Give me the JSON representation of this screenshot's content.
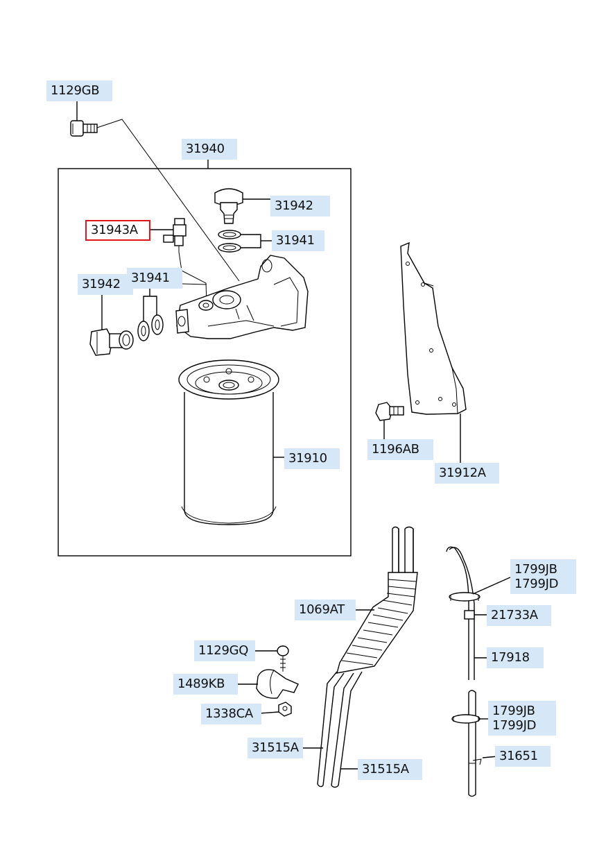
{
  "diagram": {
    "part_labels": {
      "p1129GB": "1129GB",
      "p31940": "31940",
      "p31942_top": "31942",
      "p31943A": "31943A",
      "p31941_right": "31941",
      "p31942_left": "31942",
      "p31941_left": "31941",
      "p31910": "31910",
      "p1196AB": "1196AB",
      "p31912A": "31912A",
      "p1799JB_top": "1799JB",
      "p1799JD_top": "1799JD",
      "p1069AT": "1069AT",
      "p21733A": "21733A",
      "p1129GQ": "1129GQ",
      "p17918": "17918",
      "p1489KB": "1489KB",
      "p1338CA": "1338CA",
      "p1799JB_bottom": "1799JB",
      "p1799JD_bottom": "1799JD",
      "p31515A_left": "31515A",
      "p31651": "31651",
      "p31515A_right": "31515A"
    },
    "colors": {
      "label_bg": "#d6e8f8",
      "selected_border": "#e0141e",
      "line": "#000000"
    },
    "selected_part": "31943A"
  }
}
